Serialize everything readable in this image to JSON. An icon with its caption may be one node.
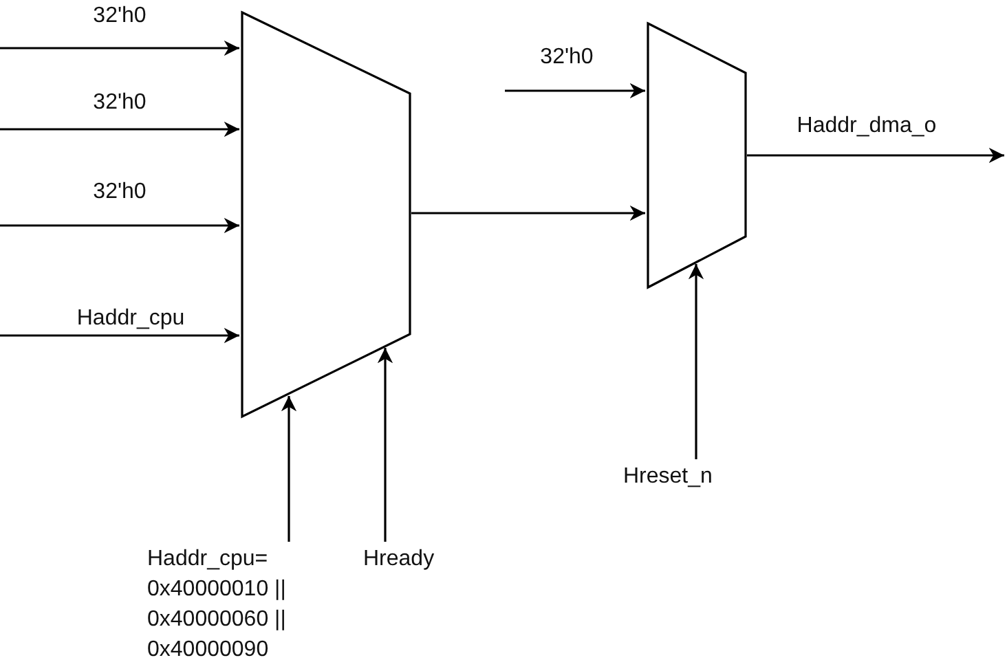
{
  "diagram": {
    "nodes": [
      {
        "text": [],
        "shape": "trapezoid"
      },
      {
        "text": [],
        "shape": "trapezoid"
      },
      {
        "text": [
          "Haddr_cpu= 0x40000010 || 0x40000060 || 0x40000090"
        ]
      },
      {
        "text": [
          "Hready"
        ]
      },
      {
        "text": [
          "Hreset_n"
        ]
      }
    ],
    "edges": [
      {
        "from": null,
        "to": 0,
        "arrow": "to",
        "label": "32'h0"
      },
      {
        "from": null,
        "to": 0,
        "arrow": "to",
        "label": "32'h0"
      },
      {
        "from": null,
        "to": 0,
        "arrow": "to",
        "label": "32'h0"
      },
      {
        "from": null,
        "to": 0,
        "arrow": "to",
        "label": "Haddr_cpu"
      },
      {
        "from": 2,
        "to": 0,
        "arrow": "to"
      },
      {
        "from": 3,
        "to": 0,
        "arrow": "to"
      },
      {
        "from": 0,
        "to": 1,
        "arrow": "to"
      },
      {
        "from": null,
        "to": 1,
        "arrow": "to",
        "label": "32'h0"
      },
      {
        "from": 4,
        "to": 1,
        "arrow": "to"
      },
      {
        "from": 1,
        "to": null,
        "arrow": "to",
        "label": "Haddr_dma_o"
      }
    ]
  }
}
